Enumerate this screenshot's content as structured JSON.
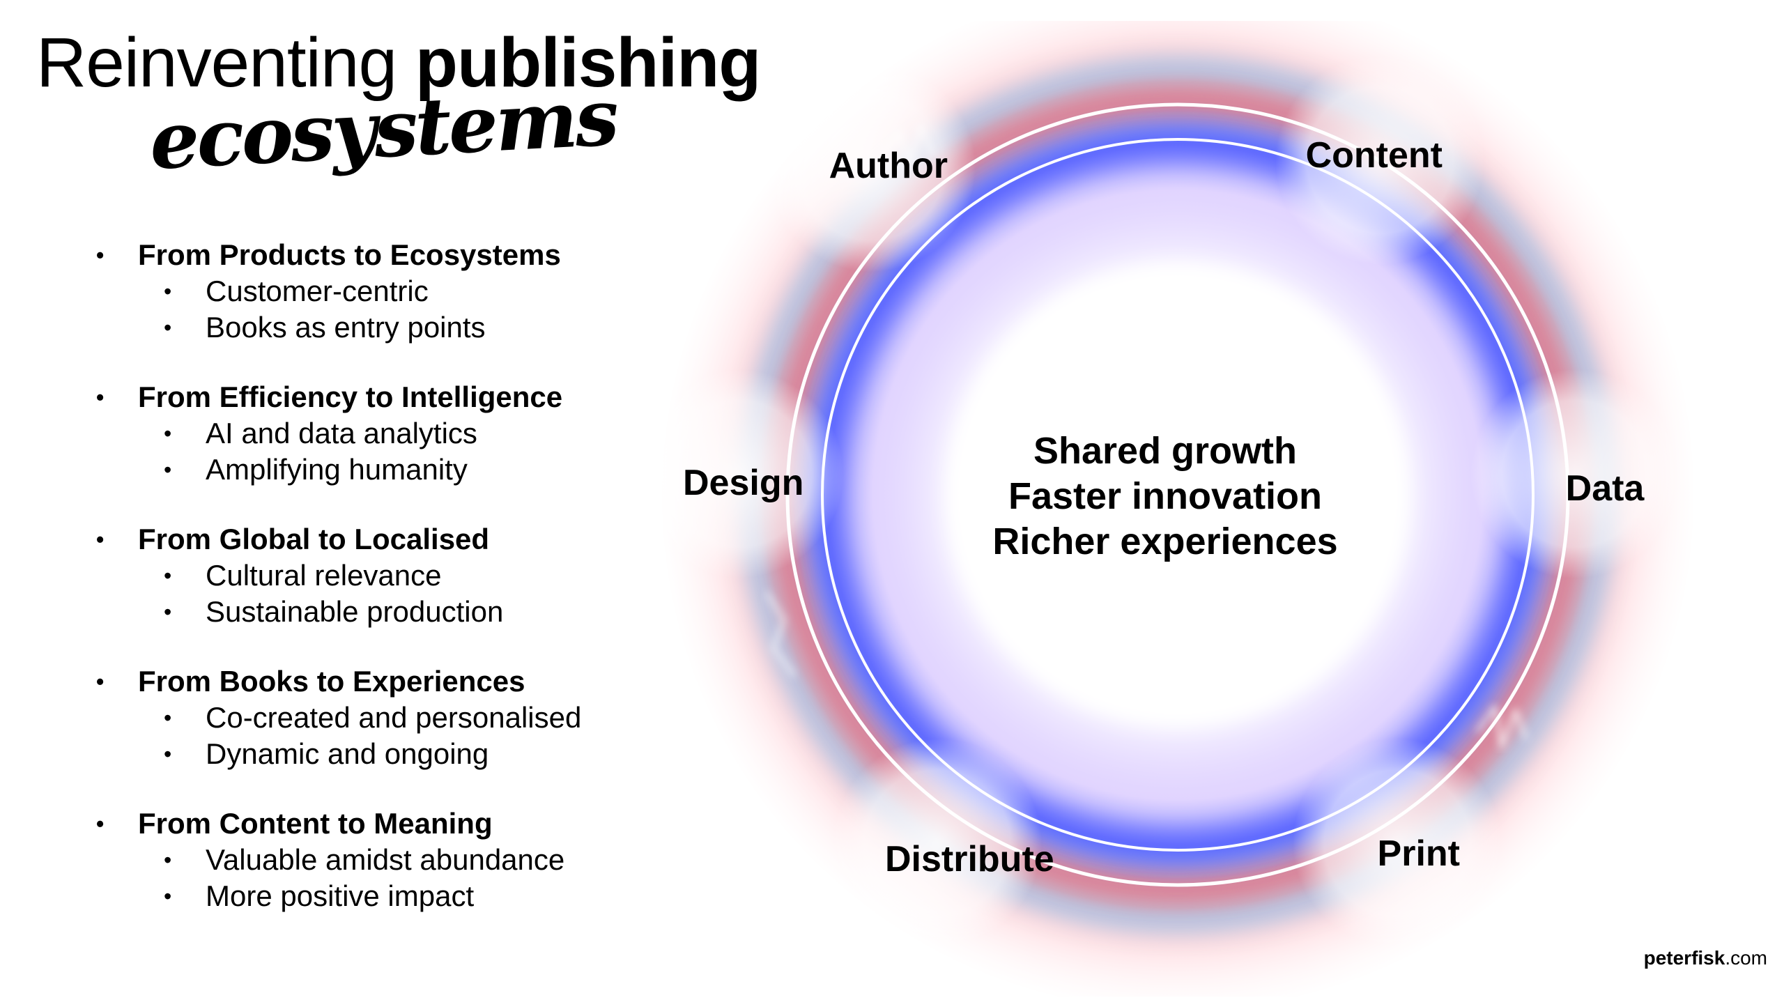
{
  "title": {
    "regular": "Reinventing",
    "bold": "publishing",
    "script": "ecosystems"
  },
  "bullets": [
    {
      "heading": "From Products to Ecosystems",
      "items": [
        "Customer-centric",
        "Books as entry points"
      ]
    },
    {
      "heading": "From Efficiency to Intelligence",
      "items": [
        "AI and data analytics",
        "Amplifying humanity"
      ]
    },
    {
      "heading": "From Global to Localised",
      "items": [
        "Cultural relevance",
        "Sustainable production"
      ]
    },
    {
      "heading": "From Books to Experiences",
      "items": [
        "Co-created and personalised",
        "Dynamic and ongoing"
      ]
    },
    {
      "heading": "From Content to Meaning",
      "items": [
        "Valuable amidst abundance",
        "More positive impact"
      ]
    }
  ],
  "cycle": {
    "center_lines": [
      "Shared growth",
      "Faster innovation",
      "Richer experiences"
    ],
    "nodes": {
      "author": "Author",
      "content": "Content",
      "data": "Data",
      "print": "Print",
      "distribute": "Distribute",
      "design": "Design"
    }
  },
  "footer": {
    "bold": "peterfisk",
    "regular": ".com"
  },
  "colors": {
    "blue": "#3b5bff",
    "red": "#e05060",
    "cyan": "#6ec8ff",
    "text": "#000000"
  }
}
